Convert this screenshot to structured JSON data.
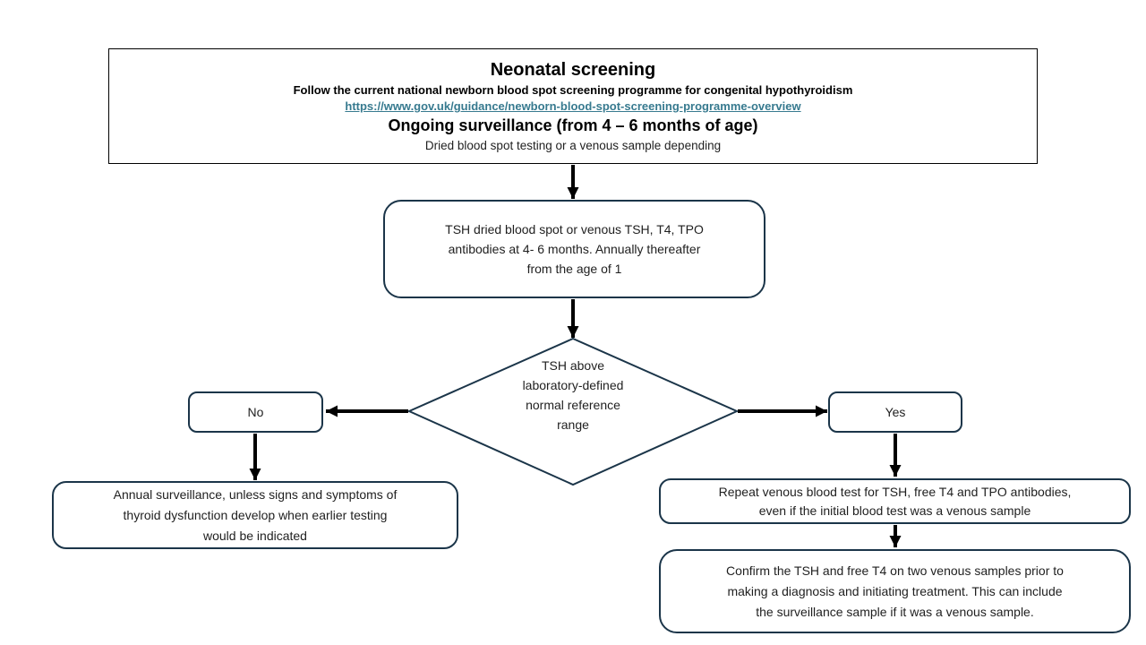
{
  "header_box": {
    "title": "Neonatal screening",
    "subtitle": "Follow the current national newborn blood spot screening programme for congenital hypothyroidism",
    "link": "https://www.gov.uk/guidance/newborn-blood-spot-screening-programme-overview",
    "section_heading": "Ongoing surveillance (from 4 – 6 months of age)",
    "section_subtext": "Dried blood spot testing or a venous sample depending"
  },
  "nodes": {
    "initial_test": [
      "TSH dried blood spot or venous TSH, T4, TPO",
      "antibodies at 4- 6 months. Annually thereafter",
      "from the age of 1"
    ],
    "decision": [
      "TSH above",
      "laboratory-defined",
      "normal reference",
      "range"
    ],
    "no_label": "No",
    "yes_label": "Yes",
    "no_outcome": [
      "Annual surveillance, unless signs and symptoms of",
      "thyroid dysfunction develop when earlier testing",
      "would be indicated"
    ],
    "yes_step1": [
      "Repeat venous blood test for TSH, free T4 and TPO antibodies,",
      "even if the initial blood test was a venous sample"
    ],
    "yes_step2": [
      "Confirm the TSH and free T4 on two venous samples prior to",
      "making a diagnosis and initiating treatment. This can include",
      "the surveillance sample if it was a venous sample."
    ]
  },
  "colors": {
    "node_border": "#1b3549",
    "header_border": "#000000",
    "link": "#377a8f",
    "arrow": "#000000",
    "text": "#1f1f1f"
  }
}
